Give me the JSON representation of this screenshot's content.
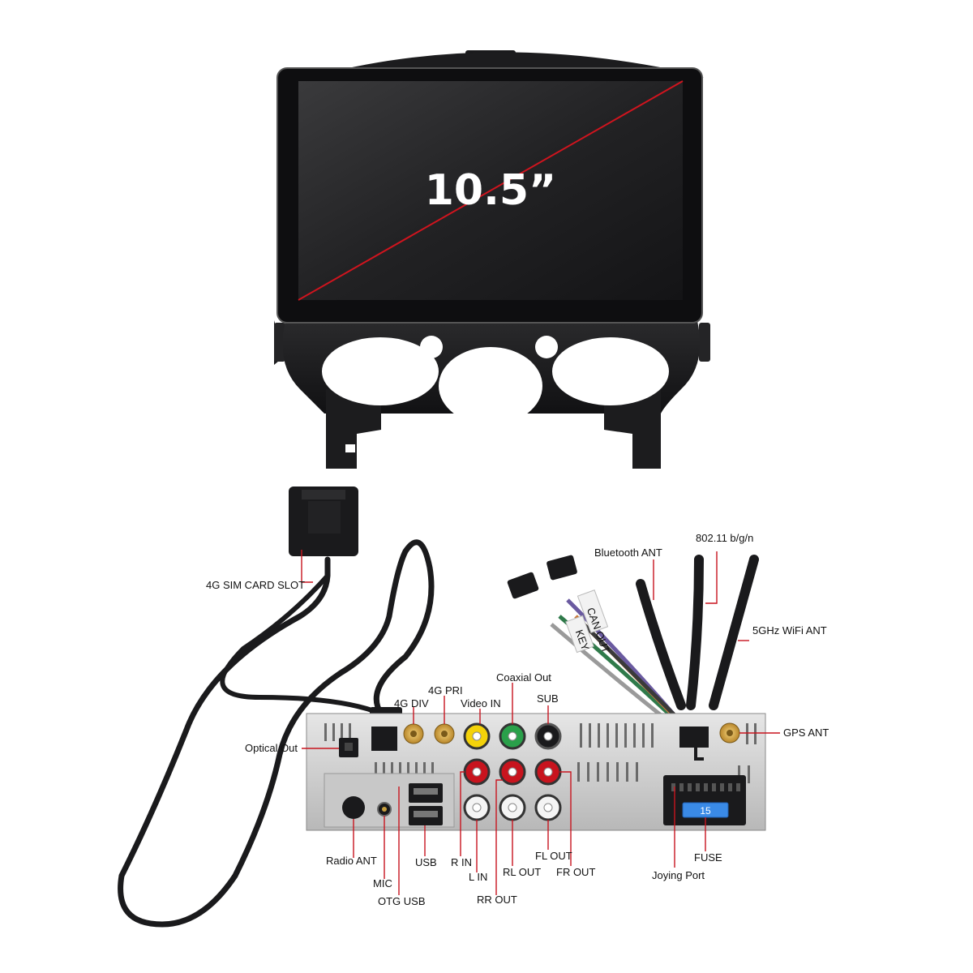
{
  "screen": {
    "size_label": "10.5”"
  },
  "labels": {
    "sim_slot": "4G SIM CARD SLOT",
    "bluetooth_ant": "Bluetooth ANT",
    "wifi_80211": "802.11 b/g/n",
    "wifi_5ghz": "5GHz WiFi ANT",
    "coaxial_out": "Coaxial Out",
    "g4_pri": "4G PRI",
    "g4_div": "4G DIV",
    "video_in": "Video IN",
    "sub": "SUB",
    "gps_ant": "GPS ANT",
    "optical_out": "Optical Out",
    "radio_ant": "Radio ANT",
    "mic": "MIC",
    "otg_usb": "OTG USB",
    "usb": "USB",
    "r_in": "R IN",
    "l_in": "L IN",
    "rl_out": "RL OUT",
    "rr_out": "RR OUT",
    "fl_out": "FL OUT",
    "fr_out": "FR OUT",
    "fuse": "FUSE",
    "joying_port": "Joying Port"
  },
  "cable_tags": {
    "can_out": "CAN OUT",
    "key": "KEY"
  },
  "fuse_value": "15",
  "colors": {
    "leader": "#c8141e",
    "frame": "#1c1c1e",
    "chassis": "#d4d4d4"
  }
}
